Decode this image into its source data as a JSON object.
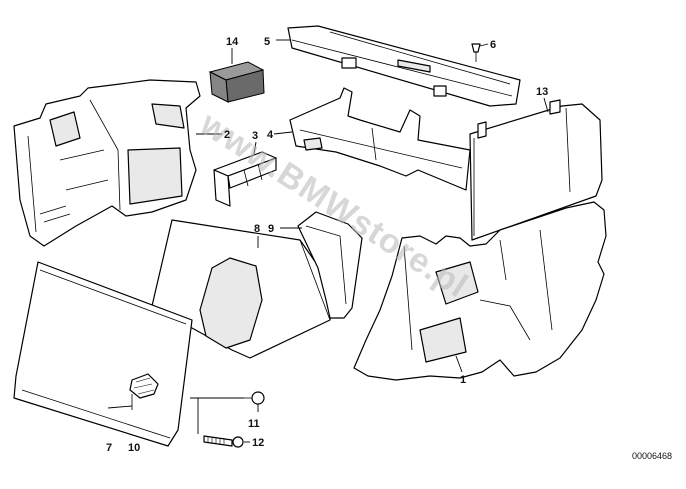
{
  "diagram": {
    "labels": {
      "l1": "1",
      "l2": "2",
      "l3": "3",
      "l4": "4",
      "l5": "5",
      "l6": "6",
      "l7": "7",
      "l8": "8",
      "l9": "9",
      "l10": "10",
      "l11": "11",
      "l12": "12",
      "l13": "13",
      "l14": "14"
    },
    "image_code": "00006468",
    "watermark": "www.BMWstore.pl"
  }
}
